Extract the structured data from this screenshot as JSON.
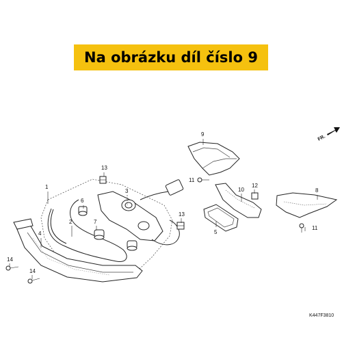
{
  "banner": {
    "text": "Na obrázku díl číslo 9"
  },
  "diagram": {
    "direction_label": "FR.",
    "drawing_code": "K447F3810",
    "callouts": {
      "c1": "1",
      "c2": "2",
      "c3": "3",
      "c4": "4",
      "c5": "5",
      "c6": "6",
      "c7": "7",
      "c8": "8",
      "c9": "9",
      "c10": "10",
      "c11a": "11",
      "c11b": "11",
      "c12": "12",
      "c13a": "13",
      "c13b": "13",
      "c14a": "14",
      "c14b": "14"
    }
  }
}
